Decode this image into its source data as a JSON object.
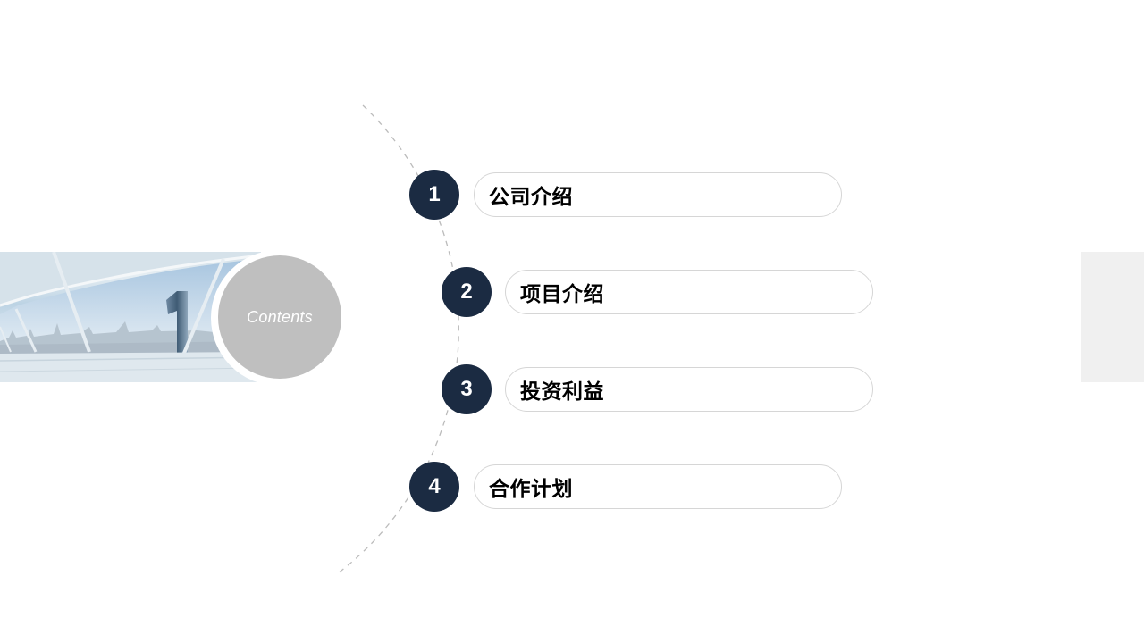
{
  "slide": {
    "contents_label": "Contents",
    "banner_numeral": "1",
    "items": [
      {
        "number": "1",
        "label": "公司介绍"
      },
      {
        "number": "2",
        "label": "项目介绍"
      },
      {
        "number": "3",
        "label": "投资利益"
      },
      {
        "number": "4",
        "label": "合作计划"
      }
    ]
  },
  "colors": {
    "number_circle": "#1b2b42",
    "contents_circle": "#bfbfbf",
    "pill_border": "#d6d6d6",
    "arc_dash": "#bbbbbb",
    "side_block": "#f0f0f0"
  }
}
